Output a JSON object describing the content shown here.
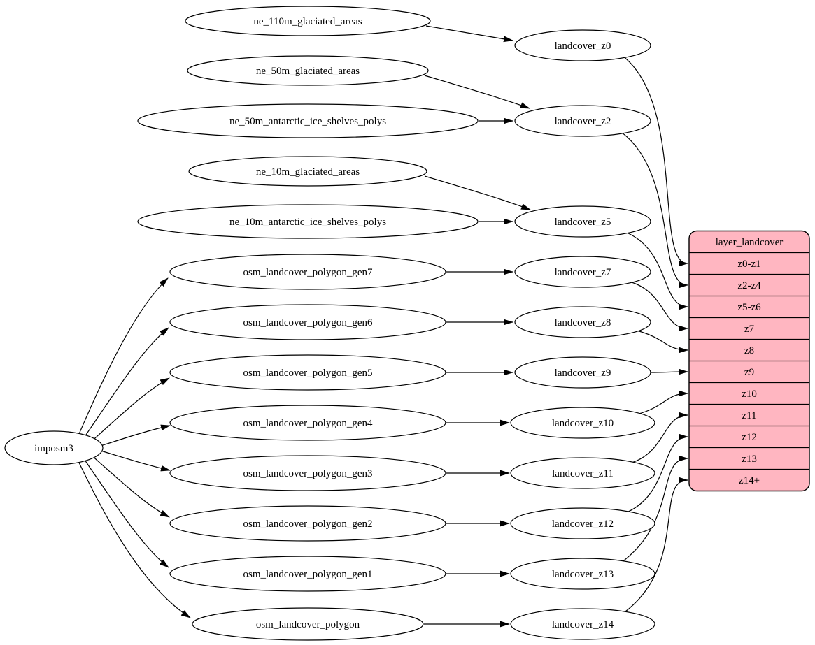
{
  "diagram": {
    "kind": "graphviz-flow-diagram",
    "root": {
      "label": "imposm3"
    },
    "sources": [
      "ne_110m_glaciated_areas",
      "ne_50m_glaciated_areas",
      "ne_50m_antarctic_ice_shelves_polys",
      "ne_10m_glaciated_areas",
      "ne_10m_antarctic_ice_shelves_polys",
      "osm_landcover_polygon_gen7",
      "osm_landcover_polygon_gen6",
      "osm_landcover_polygon_gen5",
      "osm_landcover_polygon_gen4",
      "osm_landcover_polygon_gen3",
      "osm_landcover_polygon_gen2",
      "osm_landcover_polygon_gen1",
      "osm_landcover_polygon"
    ],
    "intermediates": [
      "landcover_z0",
      "landcover_z2",
      "landcover_z5",
      "landcover_z7",
      "landcover_z8",
      "landcover_z9",
      "landcover_z10",
      "landcover_z11",
      "landcover_z12",
      "landcover_z13",
      "landcover_z14"
    ],
    "record": {
      "title": "layer_landcover",
      "rows": [
        "z0-z1",
        "z2-z4",
        "z5-z6",
        "z7",
        "z8",
        "z9",
        "z10",
        "z11",
        "z12",
        "z13",
        "z14+"
      ]
    },
    "colors": {
      "record_fill": "#ffb6c1",
      "node_fill": "#ffffff",
      "stroke": "#000000",
      "background": "#ffffff"
    }
  }
}
